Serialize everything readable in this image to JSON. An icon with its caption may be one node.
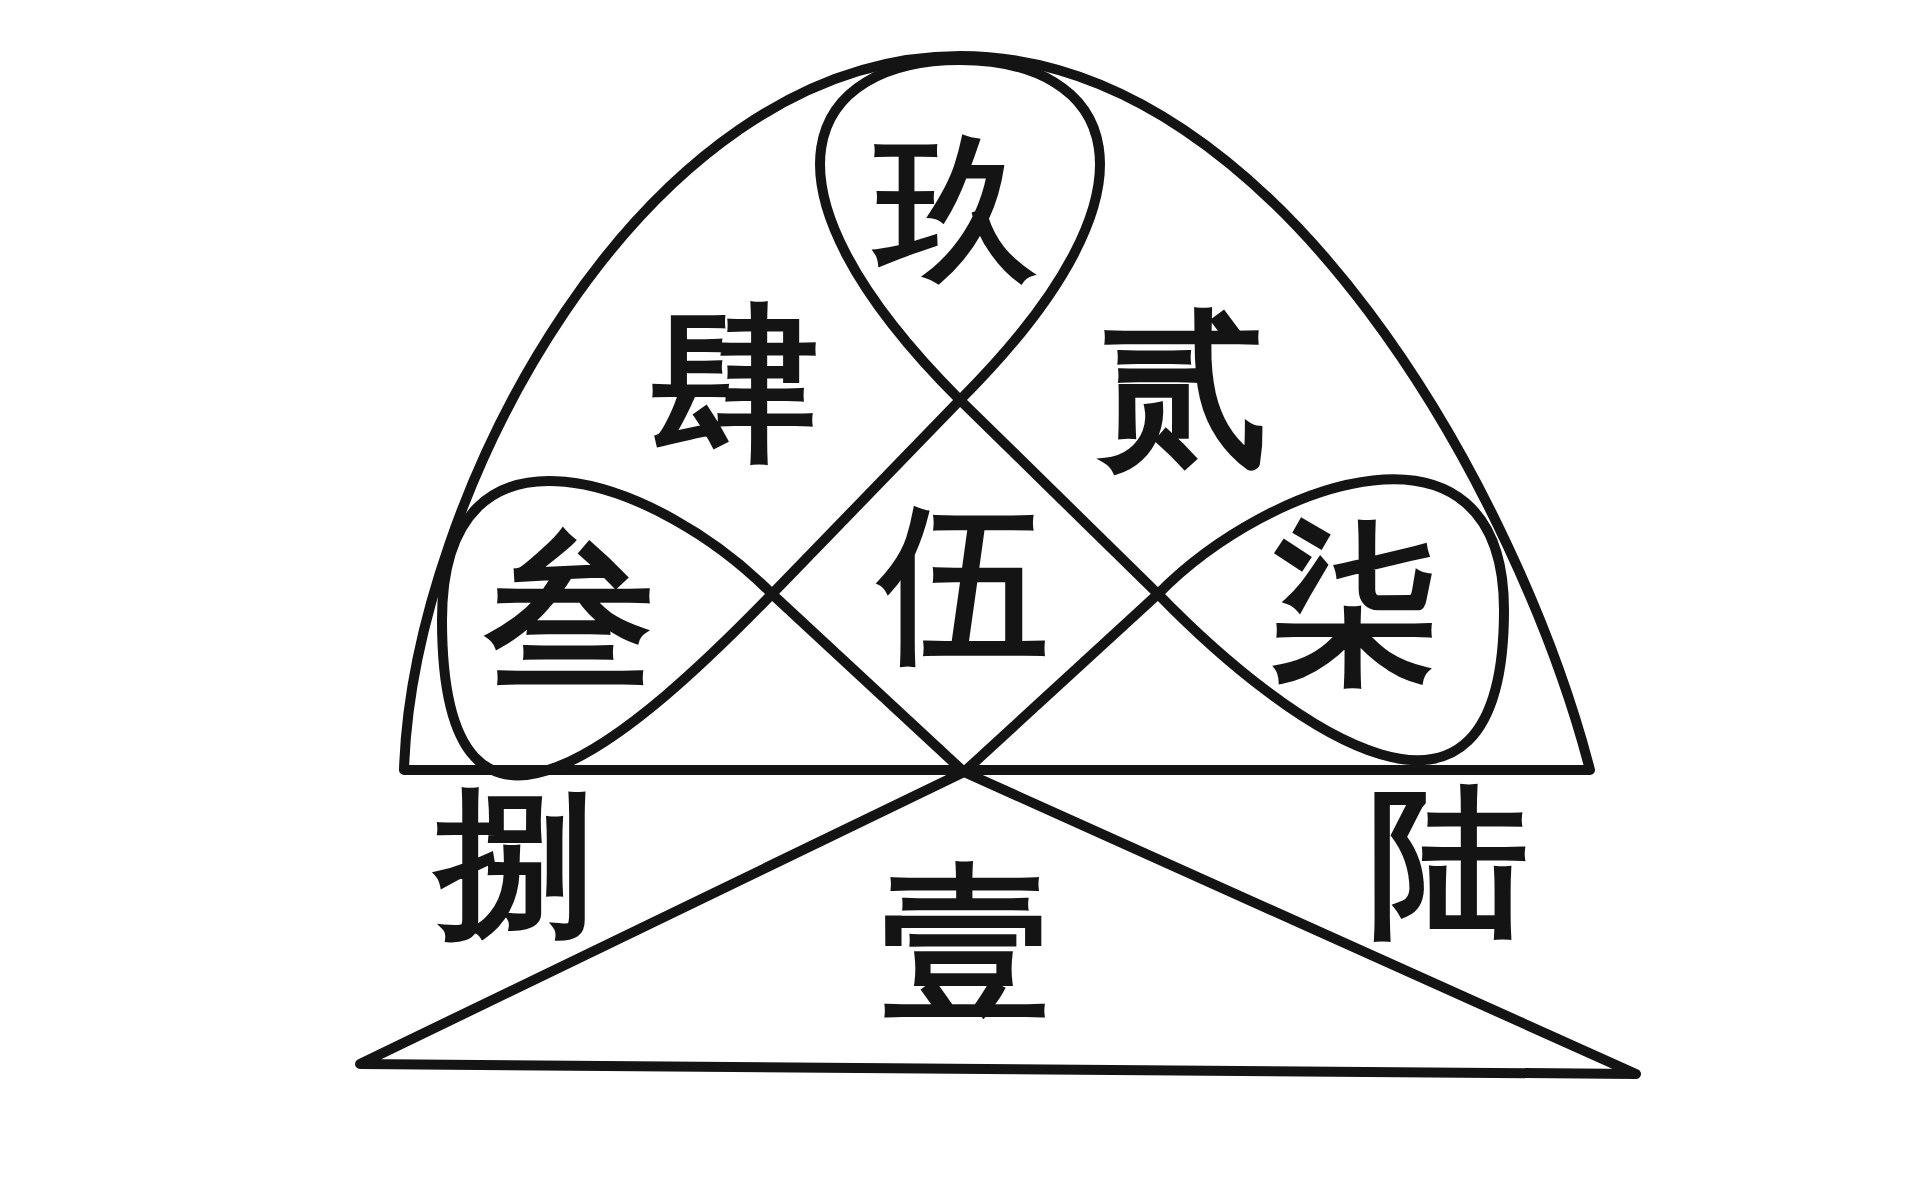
{
  "diagram": {
    "nodes": [
      {
        "text": [
          "肆",
          "贰"
        ]
      },
      {
        "text": [
          "玖"
        ],
        "in": 0
      },
      {
        "text": [
          "叁"
        ],
        "in": 0
      },
      {
        "text": [
          "伍"
        ],
        "in": 0
      },
      {
        "text": [
          "柒"
        ],
        "in": 0
      },
      {
        "text": [
          "壹"
        ]
      }
    ],
    "labels": [
      "捌",
      "陆"
    ]
  }
}
